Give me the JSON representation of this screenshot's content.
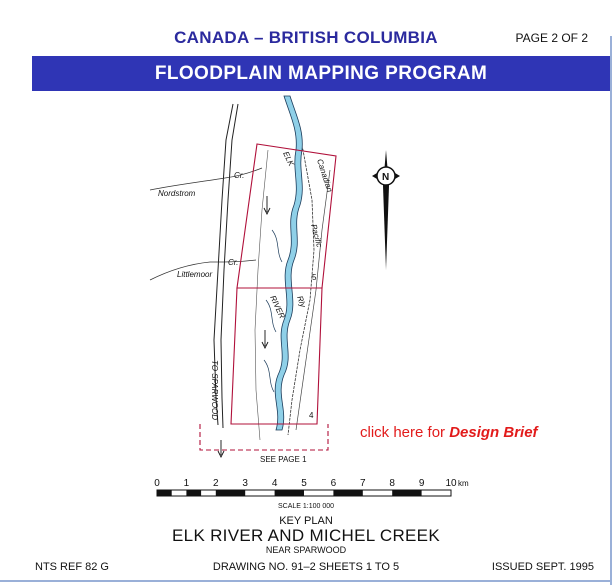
{
  "header": {
    "country": "CANADA – BRITISH COLUMBIA",
    "page": "PAGE 2 OF 2",
    "program": "FLOODPLAIN MAPPING PROGRAM"
  },
  "map": {
    "labels": {
      "nordstrom": "Nordstrom",
      "littlemoor": "Littlemoor",
      "cr1": "Cr.",
      "cr2": "Cr.",
      "elk": "ELK",
      "river": "RIVER",
      "canadian": "Canadian",
      "pacific": "Pacific",
      "rly": "Rly",
      "to_sparwood": "TO SPARWOOD",
      "see_page": "SEE PAGE 1",
      "sheet5": "5",
      "sheet4": "4",
      "north": "N"
    }
  },
  "link": {
    "prefix": "click here for ",
    "emphasis": "Design Brief"
  },
  "scale": {
    "ticks": [
      "0",
      "1",
      "2",
      "3",
      "4",
      "5",
      "6",
      "7",
      "8",
      "9",
      "10"
    ],
    "unit": "km",
    "caption": "SCALE 1:100 000"
  },
  "footer": {
    "key_plan": "KEY PLAN",
    "title": "ELK RIVER AND MICHEL CREEK",
    "near": "NEAR SPARWOOD",
    "drawing": "DRAWING NO. 91–2  SHEETS 1 TO 5",
    "nts": "NTS REF 82 G",
    "issued": "ISSUED SEPT. 1995"
  },
  "colors": {
    "title_blue": "#2b2a9e",
    "banner_blue": "#2f35b5",
    "river_blue": "#8fd0e8",
    "sheet_red": "#b0103a",
    "link_red": "#e21b1b"
  }
}
